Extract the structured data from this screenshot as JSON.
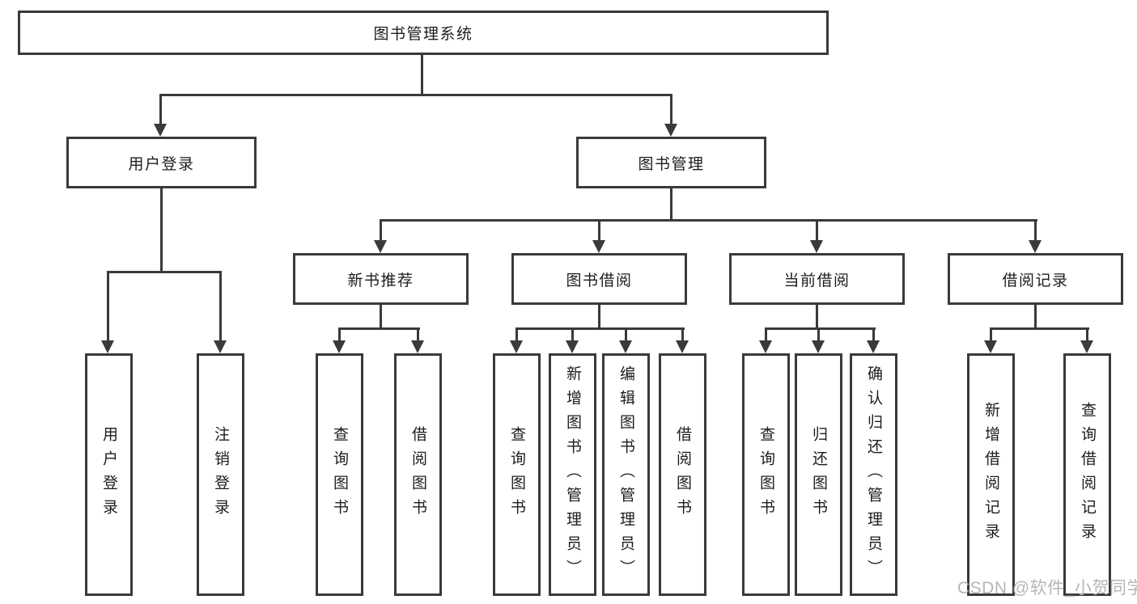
{
  "diagram_title": "图书管理系统",
  "tree": {
    "label": "图书管理系统",
    "children": [
      {
        "label": "用户登录",
        "children": [
          {
            "label": "用户登录"
          },
          {
            "label": "注销登录"
          }
        ]
      },
      {
        "label": "图书管理",
        "children": [
          {
            "label": "新书推荐",
            "children": [
              {
                "label": "查询图书"
              },
              {
                "label": "借阅图书"
              }
            ]
          },
          {
            "label": "图书借阅",
            "children": [
              {
                "label": "查询图书"
              },
              {
                "label": "新增图书（管理员）"
              },
              {
                "label": "编辑图书（管理员）"
              },
              {
                "label": "借阅图书"
              }
            ]
          },
          {
            "label": "当前借阅",
            "children": [
              {
                "label": "查询图书"
              },
              {
                "label": "归还图书"
              },
              {
                "label": "确认归还（管理员）"
              }
            ]
          },
          {
            "label": "借阅记录",
            "children": [
              {
                "label": "新增借阅记录"
              },
              {
                "label": "查询借阅记录"
              }
            ]
          }
        ]
      }
    ]
  },
  "watermark": {
    "text": "CSDN @软件_小贺同学"
  },
  "colors": {
    "line": "#3a3a3a",
    "node_border": "#3a3a3a",
    "node_fill": "#ffffff",
    "text": "#1d1d1d",
    "watermark": "#b6b6b6",
    "background": "#ffffff"
  }
}
